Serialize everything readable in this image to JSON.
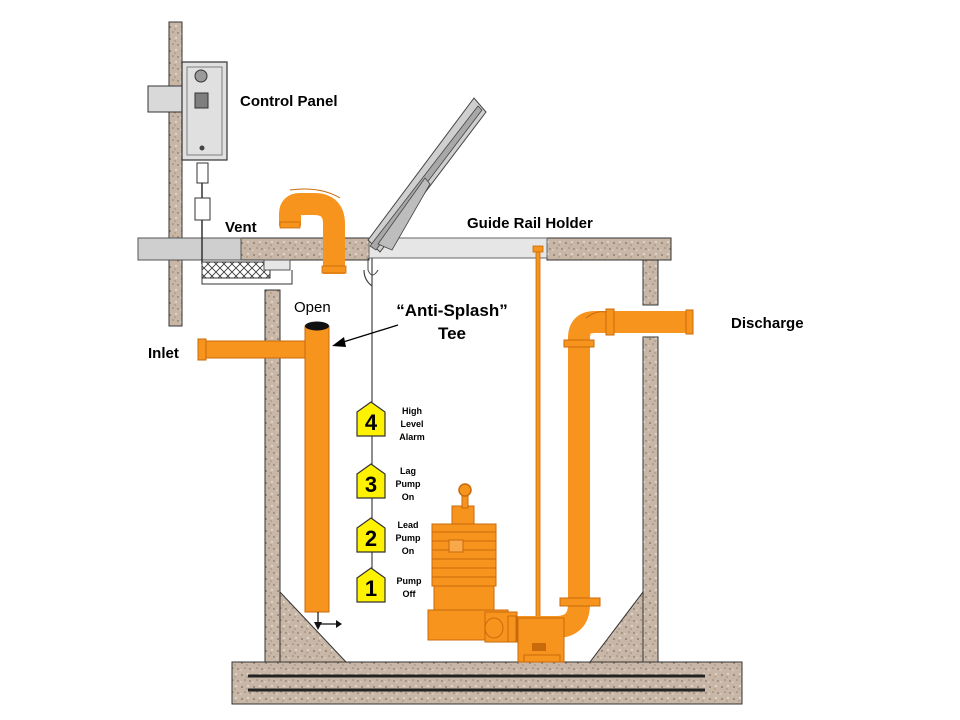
{
  "labels": {
    "control_panel": "Control Panel",
    "vent": "Vent",
    "guide_rail_holder": "Guide Rail Holder",
    "open": "Open",
    "anti_splash_line1": "“Anti-Splash”",
    "anti_splash_line2": "Tee",
    "inlet": "Inlet",
    "discharge": "Discharge"
  },
  "floats": [
    {
      "number": "4",
      "lines": [
        "High",
        "Level",
        "Alarm"
      ]
    },
    {
      "number": "3",
      "lines": [
        "Lag",
        "Pump",
        "On"
      ]
    },
    {
      "number": "2",
      "lines": [
        "Lead",
        "Pump",
        "On"
      ]
    },
    {
      "number": "1",
      "lines": [
        "Pump",
        "Off"
      ]
    }
  ],
  "colors": {
    "pipe": "#F7941D",
    "pipe_dark": "#C96A0A",
    "concrete": "#C9B8A8",
    "float": "#FFF200",
    "steel": "#D4D4D4"
  }
}
